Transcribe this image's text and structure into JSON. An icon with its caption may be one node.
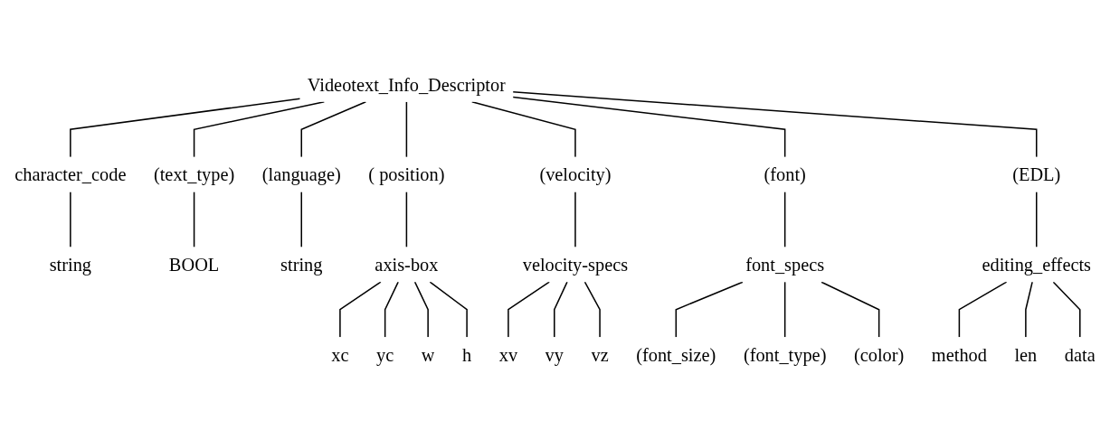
{
  "diagram": {
    "nodes": [
      {
        "text": [
          "Videotext_Info_Descriptor"
        ]
      },
      {
        "text": [
          "character_code"
        ]
      },
      {
        "text": [
          "(text_type)"
        ]
      },
      {
        "text": [
          "( position)"
        ]
      },
      {
        "text": [
          "(velocity)"
        ]
      },
      {
        "text": [
          "(font)"
        ]
      },
      {
        "text": [
          "(EDL)"
        ]
      },
      {
        "text": [
          "(language)"
        ]
      },
      {
        "text": [
          "string"
        ]
      },
      {
        "text": [
          "BOOL"
        ]
      },
      {
        "text": [
          "string"
        ]
      },
      {
        "text": [
          "axis-box"
        ]
      },
      {
        "text": [
          "velocity-specs"
        ]
      },
      {
        "text": [
          "font_specs"
        ]
      },
      {
        "text": [
          "editing_effects"
        ]
      },
      {
        "text": [
          "xc"
        ]
      },
      {
        "text": [
          "yc"
        ]
      },
      {
        "text": [
          "w"
        ]
      },
      {
        "text": [
          "h"
        ]
      },
      {
        "text": [
          "xv"
        ]
      },
      {
        "text": [
          "vy"
        ]
      },
      {
        "text": [
          "vz"
        ]
      },
      {
        "text": [
          "(font_size)"
        ]
      },
      {
        "text": [
          "(font_type)"
        ]
      },
      {
        "text": [
          "(color)"
        ]
      },
      {
        "text": [
          "method"
        ]
      },
      {
        "text": [
          "len"
        ]
      },
      {
        "text": [
          "data"
        ]
      }
    ],
    "edges": [
      {
        "from": 0,
        "to": 1,
        "arrow": "none"
      },
      {
        "from": 0,
        "to": 2,
        "arrow": "none"
      },
      {
        "from": 0,
        "to": 3,
        "arrow": "none"
      },
      {
        "from": 0,
        "to": 4,
        "arrow": "none"
      },
      {
        "from": 0,
        "to": 5,
        "arrow": "none"
      },
      {
        "from": 0,
        "to": 6,
        "arrow": "none"
      },
      {
        "from": 0,
        "to": 7,
        "arrow": "none"
      },
      {
        "from": 1,
        "to": 8,
        "arrow": "none"
      },
      {
        "from": 2,
        "to": 9,
        "arrow": "none"
      },
      {
        "from": 7,
        "to": 10,
        "arrow": "none"
      },
      {
        "from": 3,
        "to": 11,
        "arrow": "none"
      },
      {
        "from": 4,
        "to": 12,
        "arrow": "none"
      },
      {
        "from": 5,
        "to": 13,
        "arrow": "none"
      },
      {
        "from": 6,
        "to": 14,
        "arrow": "none"
      },
      {
        "from": 11,
        "to": 15,
        "arrow": "none"
      },
      {
        "from": 11,
        "to": 16,
        "arrow": "none"
      },
      {
        "from": 11,
        "to": 17,
        "arrow": "none"
      },
      {
        "from": 11,
        "to": 18,
        "arrow": "none"
      },
      {
        "from": 12,
        "to": 19,
        "arrow": "none"
      },
      {
        "from": 12,
        "to": 20,
        "arrow": "none"
      },
      {
        "from": 12,
        "to": 21,
        "arrow": "none"
      },
      {
        "from": 13,
        "to": 22,
        "arrow": "none"
      },
      {
        "from": 13,
        "to": 23,
        "arrow": "none"
      },
      {
        "from": 13,
        "to": 24,
        "arrow": "none"
      },
      {
        "from": 14,
        "to": 25,
        "arrow": "none"
      },
      {
        "from": 14,
        "to": 26,
        "arrow": "none"
      },
      {
        "from": 14,
        "to": 27,
        "arrow": "none"
      }
    ]
  }
}
